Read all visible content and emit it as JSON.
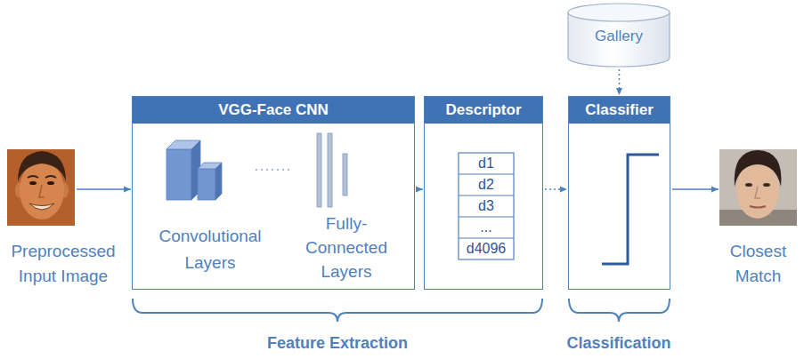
{
  "diagram": {
    "nodes": [
      {
        "text": [
          "Preprocessed Input Image"
        ]
      },
      {
        "text": [
          "VGG-Face CNN",
          "Convolutional Layers",
          "Fully-Connected Layers"
        ]
      },
      {
        "text": [
          "Descriptor"
        ]
      },
      {
        "text": [
          "Gallery"
        ]
      },
      {
        "text": [
          "Classifier"
        ]
      },
      {
        "text": [
          "Closest Match"
        ]
      }
    ],
    "edges": [
      {
        "from": 0,
        "to": 1,
        "arrow": "to"
      },
      {
        "from": 1,
        "to": 2,
        "arrow": "to"
      },
      {
        "from": 2,
        "to": 4,
        "arrow": "to"
      },
      {
        "from": 3,
        "to": 4,
        "arrow": "to"
      },
      {
        "from": 4,
        "to": 5,
        "arrow": "to"
      }
    ],
    "labels": [
      "d1",
      "d2",
      "d3",
      "...",
      "d4096",
      "Feature Extraction",
      "Classification"
    ]
  }
}
